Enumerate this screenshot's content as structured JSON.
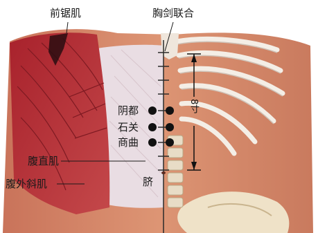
{
  "labels": {
    "serratus": "前锯肌",
    "sternal_junction": "胸剑联合",
    "yindu": "阴都",
    "shiguan": "石关",
    "shangqu": "商曲",
    "rectus": "腹直肌",
    "external_oblique": "腹外斜肌",
    "navel": "脐"
  },
  "measurement": "8寸",
  "colors": {
    "skin": "#d98a6c",
    "muscle": "#b8343a",
    "rib": "#f4eee6",
    "midline": "#2b2b2b",
    "acupoint": "#111111"
  }
}
